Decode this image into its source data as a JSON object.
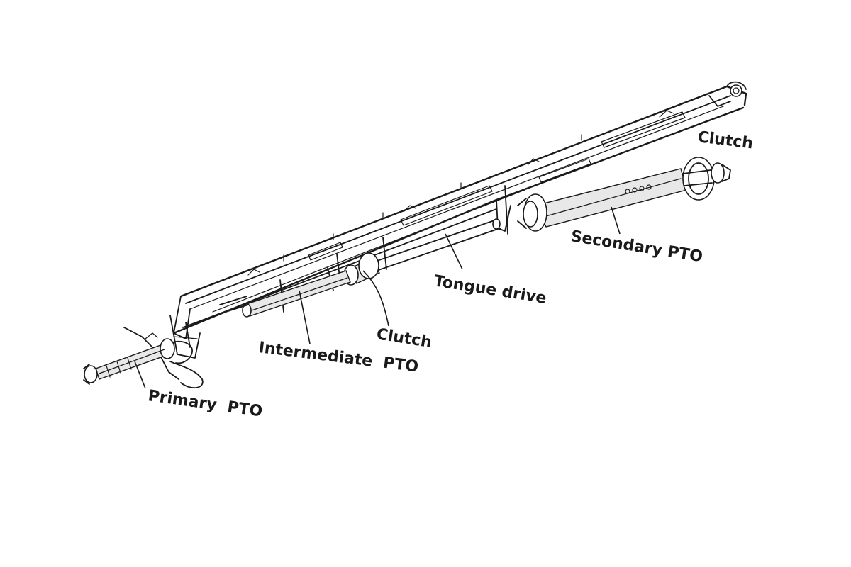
{
  "labels": {
    "clutch_top": "Clutch",
    "secondary_pto": "Secondary PTO",
    "tongue_drive": "Tongue drive",
    "clutch_mid": "Clutch",
    "intermediate_pto": "Intermediate  PTO",
    "primary_pto": "Primary  PTO"
  },
  "colors": {
    "ink": "#1a1a1a",
    "background": "#ffffff",
    "shade": "#e8e8e8"
  }
}
